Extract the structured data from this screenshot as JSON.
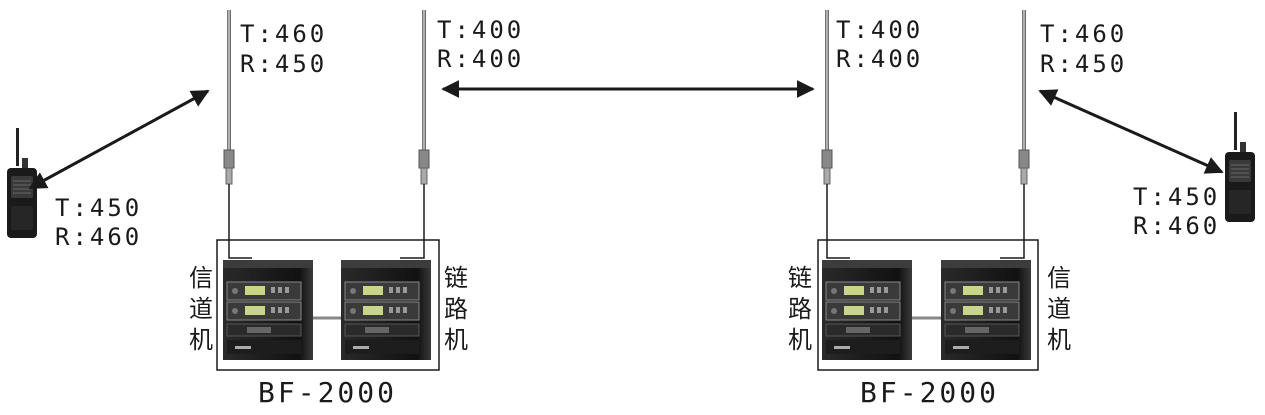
{
  "left_site": {
    "channel_antenna": {
      "tx": "T:460",
      "rx": "R:450"
    },
    "link_antenna": {
      "tx": "T:400",
      "rx": "R:400"
    },
    "radio": {
      "tx": "T:450",
      "rx": "R:460"
    },
    "channel_unit_label": [
      "信",
      "道",
      "机"
    ],
    "link_unit_label": [
      "链",
      "路",
      "机"
    ],
    "model": "BF-2000"
  },
  "right_site": {
    "link_antenna": {
      "tx": "T:400",
      "rx": "R:400"
    },
    "channel_antenna": {
      "tx": "T:460",
      "rx": "R:450"
    },
    "radio": {
      "tx": "T:450",
      "rx": "R:460"
    },
    "link_unit_label": [
      "链",
      "路",
      "机"
    ],
    "channel_unit_label": [
      "信",
      "道",
      "机"
    ],
    "model": "BF-2000"
  }
}
